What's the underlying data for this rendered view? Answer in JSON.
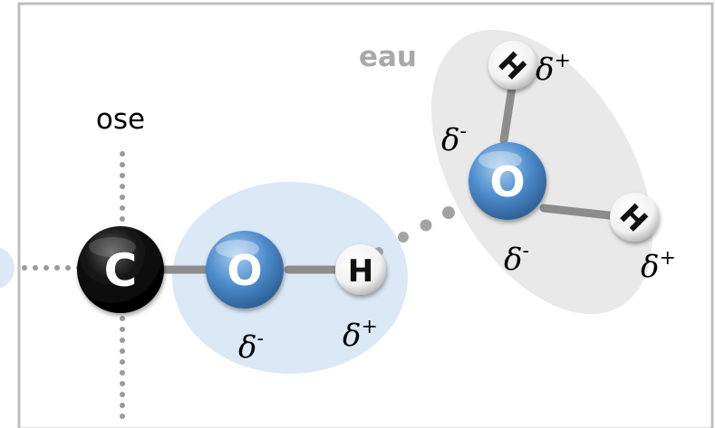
{
  "labels": {
    "ose": "ose",
    "eau": "eau"
  },
  "atoms": {
    "carbon": "C",
    "oxygen_hydroxyl": "O",
    "hydrogen_hydroxyl": "H",
    "oxygen_water": "O",
    "hydrogen_water_top": "H",
    "hydrogen_water_right": "H"
  },
  "charges": {
    "delta": "δ",
    "minus": "-",
    "plus": "+"
  },
  "colors": {
    "frame": "#bfbfbf",
    "hydroxyl_zone": "#dbe8f5",
    "water_zone": "#e9e9e9",
    "oxygen": "#4d8ccc",
    "carbon": "#111111",
    "hydrogen": "#ffffff",
    "bond": "#8c8c8c",
    "dots": "#9a9a9a",
    "eau_label": "#a9a9a9"
  }
}
